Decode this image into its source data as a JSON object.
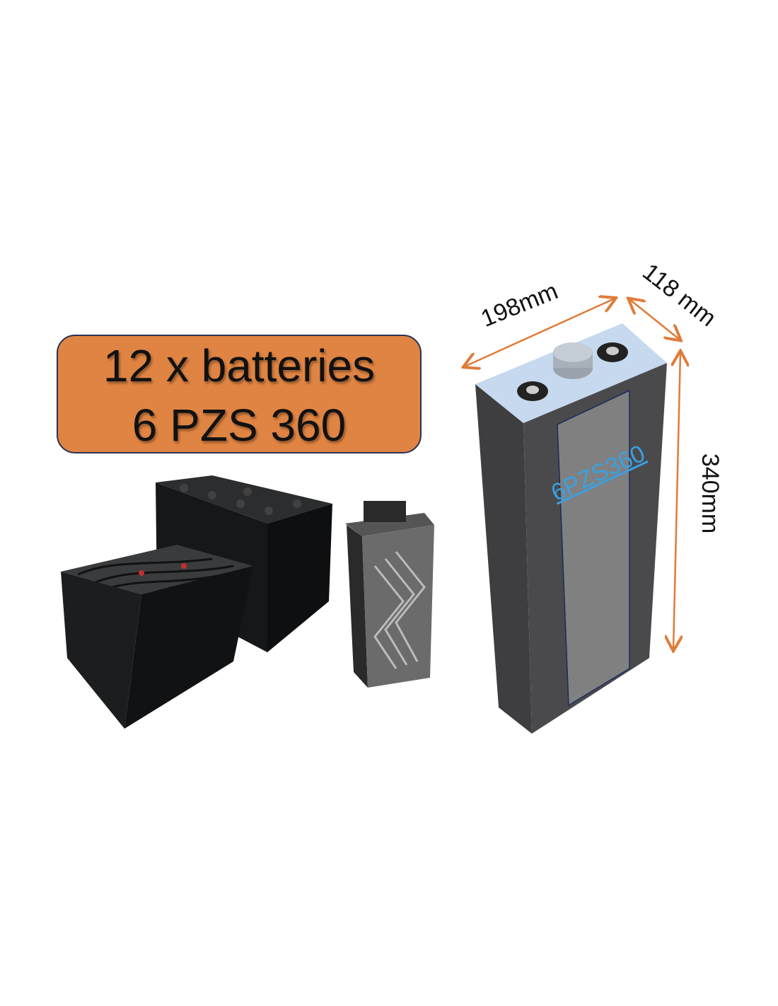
{
  "headline": {
    "line1": "12 x batteries",
    "line2": "6 PZS 360"
  },
  "cell": {
    "model_label": "6PZS360",
    "dimensions": {
      "length": "198mm",
      "width": "118 mm",
      "height": "340mm"
    }
  },
  "colors": {
    "headline_bg": "#e08443",
    "dimension_arrow": "#e07b39",
    "model_text": "#3aa0e0",
    "cell_body": "#4a4a4d",
    "cell_top": "#c6d9ee"
  }
}
